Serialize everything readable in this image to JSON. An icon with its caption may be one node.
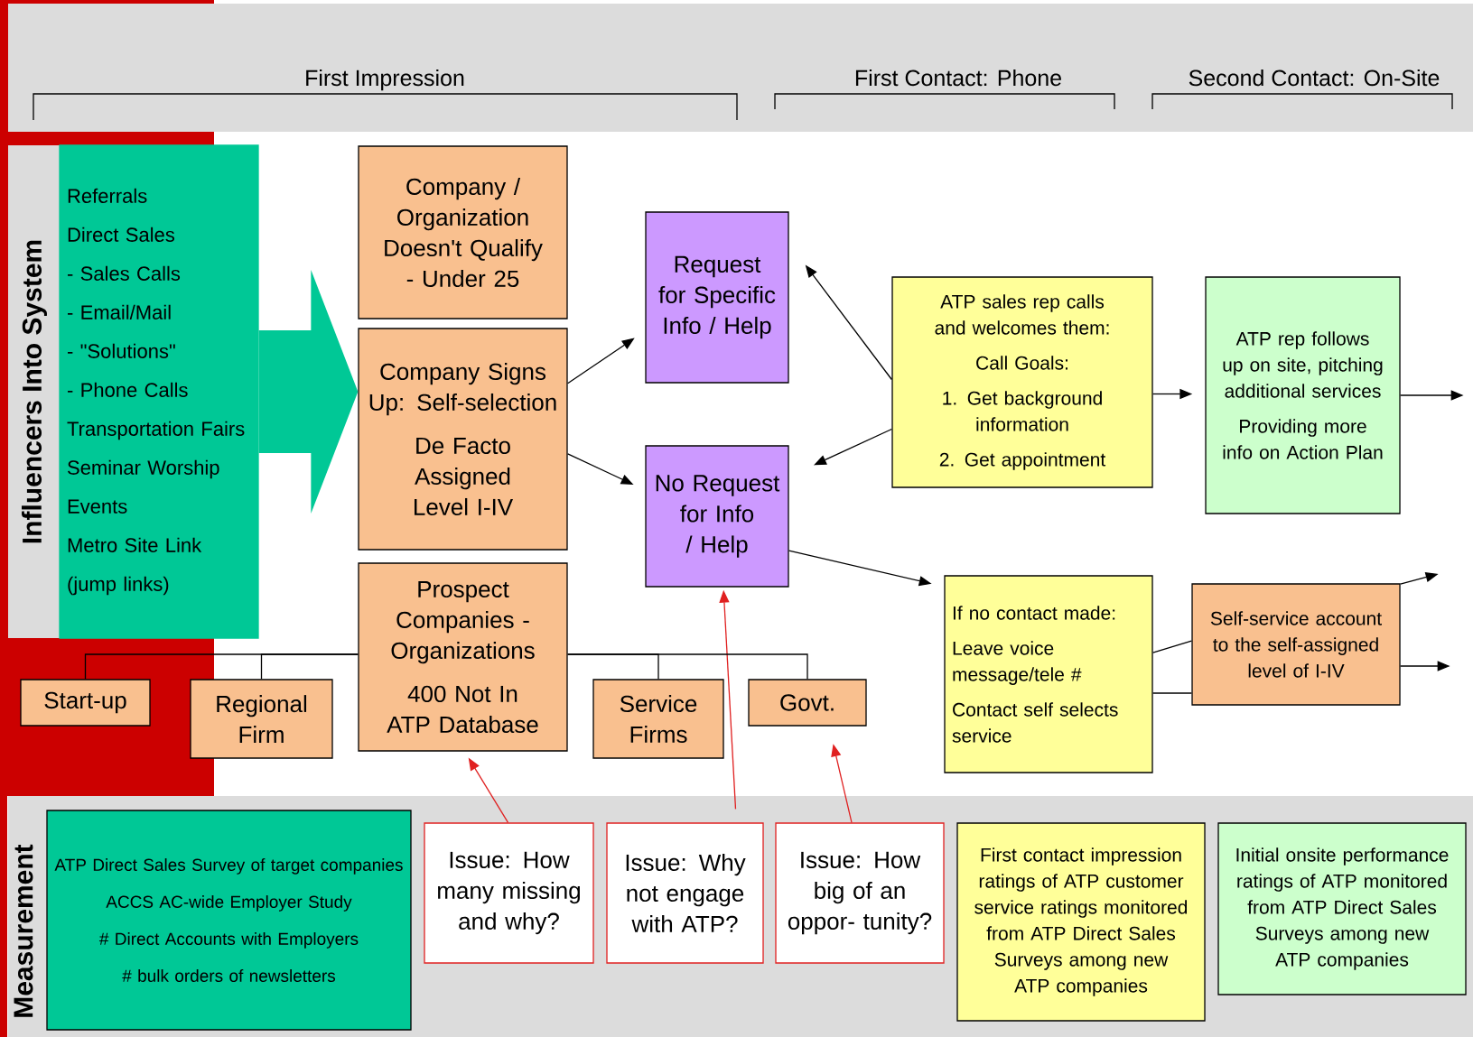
{
  "diagram": {
    "nodes": [
      {
        "beside": [
          "Influencers Into System"
        ],
        "text": [
          "Referrals",
          "Direct Sales",
          "- Sales Calls",
          "- Email/Mail",
          "- \"Solutions\"",
          "- Phone Calls",
          "Transportation  Fairs",
          "Seminar Worship",
          "Events",
          "Metro Site Link",
          "(jump links)"
        ]
      },
      {
        "text": [
          "Company / Organization Doesn't Qualify - Under 25"
        ]
      },
      {
        "text": [
          "Company Signs Up: Self-selection",
          "De Facto Assigned Level I-IV"
        ]
      },
      {
        "text": [
          "Prospect Companies - Organizations",
          "400 Not In ATP Database"
        ]
      },
      {
        "text": [
          "Start-up"
        ]
      },
      {
        "text": [
          "Regional Firm"
        ]
      },
      {
        "text": [
          "Service Firms"
        ]
      },
      {
        "text": [
          "Govt."
        ]
      },
      {
        "text": [
          "Request for Specific Info / Help"
        ]
      },
      {
        "text": [
          "No Request for Info / Help"
        ]
      },
      {
        "text": [
          "ATP sales rep calls and welcomes them:",
          "Call Goals:",
          "1. Get background information",
          "2. Get appointment"
        ]
      },
      {
        "text": [
          "ATP rep follows up on site, pitching additional services",
          "Providing more info on Action Plan"
        ]
      },
      {
        "text": [
          "If no contact made:",
          "Leave voice message/tele #",
          "Contact self selects service"
        ]
      },
      {
        "text": [
          "Self-service account to the self-assigned level of I-IV"
        ]
      },
      {
        "beside": [
          "Measurement"
        ],
        "text": [
          "ATP Direct Sales Survey of target companies",
          "ACCS AC-wide Employer Study",
          "# Direct Accounts with Employers",
          "# bulk orders of newsletters"
        ]
      },
      {
        "text": [
          "Issue: How many missing and why?"
        ]
      },
      {
        "text": [
          "Issue: Why not engage with ATP?"
        ]
      },
      {
        "text": [
          "Issue: How big of an oppor- tunity?"
        ]
      },
      {
        "text": [
          "First contact impression ratings of ATP customer service ratings monitored from ATP Direct Sales Surveys among new  ATP companies"
        ]
      },
      {
        "text": [
          "Initial onsite performance ratings of ATP monitored from ATP Direct Sales Surveys among new  ATP companies"
        ]
      }
    ],
    "edges": [
      {
        "from": 0,
        "to": 2,
        "arrow": "to",
        "style": "thick",
        "color": "#00c896"
      },
      {
        "from": 2,
        "to": 8,
        "arrow": "to"
      },
      {
        "from": 2,
        "to": 9,
        "arrow": "to"
      },
      {
        "from": 10,
        "to": 8,
        "arrow": "to"
      },
      {
        "from": 10,
        "to": 9,
        "arrow": "to"
      },
      {
        "from": 9,
        "to": 12,
        "arrow": "to"
      },
      {
        "from": 10,
        "to": 11,
        "arrow": "to"
      },
      {
        "from": 11,
        "to": null,
        "arrow": "to"
      },
      {
        "from": 12,
        "to": 13,
        "arrow": "none"
      },
      {
        "from": 12,
        "to": 13,
        "arrow": "none"
      },
      {
        "from": 13,
        "to": null,
        "arrow": "to"
      },
      {
        "from": 13,
        "to": null,
        "arrow": "to"
      },
      {
        "from": 15,
        "to": 3,
        "arrow": "to",
        "color": "#e02020"
      },
      {
        "from": 16,
        "to": 9,
        "arrow": "to",
        "color": "#e02020"
      },
      {
        "from": 17,
        "to": 7,
        "arrow": "to",
        "color": "#e02020"
      },
      {
        "from": 3,
        "to": 4,
        "arrow": "none"
      },
      {
        "from": 3,
        "to": 5,
        "arrow": "none"
      },
      {
        "from": 3,
        "to": 6,
        "arrow": "none"
      },
      {
        "from": 3,
        "to": 7,
        "arrow": "none"
      }
    ],
    "labels": [
      "First Impression",
      "First Contact: Phone",
      "Second Contact: On-Site"
    ]
  }
}
